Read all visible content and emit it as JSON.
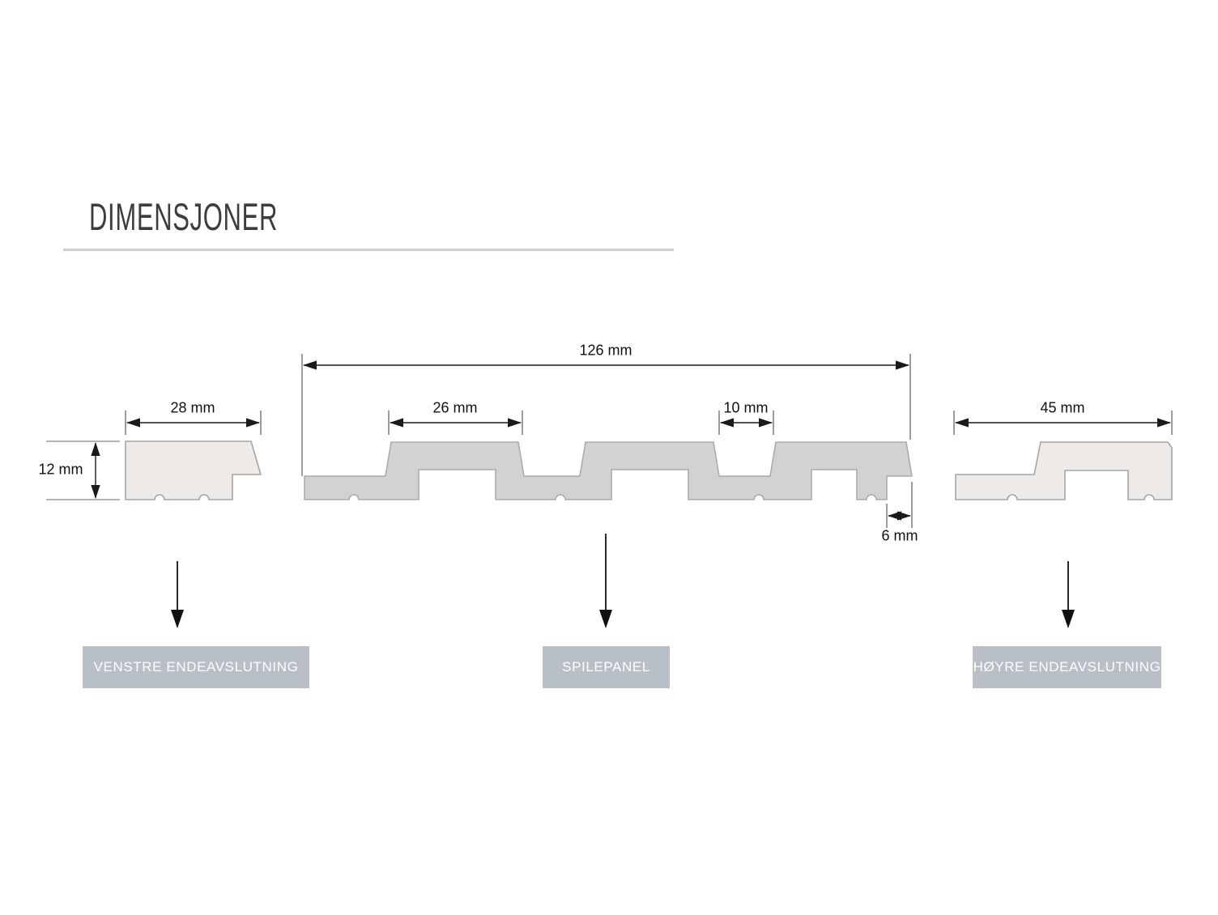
{
  "title": "DIMENSJONER",
  "diagram": {
    "left_profile": {
      "name": "VENSTRE ENDEAVSLUTNING",
      "dimensions": {
        "width": "28 mm",
        "height": "12 mm"
      }
    },
    "middle_profile": {
      "name": "SPILEPANEL",
      "dimensions": {
        "total_width": "126 mm",
        "slat_width": "26 mm",
        "gap_width": "10 mm",
        "edge_step": "6 mm"
      }
    },
    "right_profile": {
      "name": "HØYRE ENDEAVSLUTNING",
      "dimensions": {
        "width": "45 mm"
      }
    }
  },
  "colors": {
    "background": "#ffffff",
    "title_text": "#3d3d3d",
    "title_rule": "#d6d0d0",
    "end_profile_fill": "#edeae8",
    "panel_profile_fill": "#d2d2d2",
    "profile_outline": "#a8a4a1",
    "dimension_lines": "#1a1a1a",
    "label_background": "#b9bfc7",
    "label_text": "#fdfdfd"
  }
}
